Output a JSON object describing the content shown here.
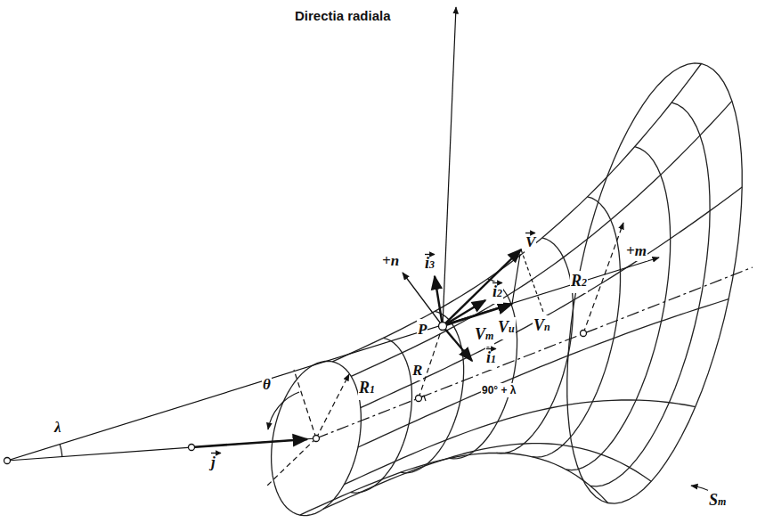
{
  "diagram": {
    "labels": [
      "Directia radiala",
      "+n",
      "i3",
      "V",
      "+m",
      "i2",
      "Vu",
      "Vn",
      "P",
      "Vm",
      "i1",
      "R",
      "R2",
      "R1",
      "θ",
      "90° + λ",
      "λ",
      "j",
      "Sm"
    ]
  }
}
